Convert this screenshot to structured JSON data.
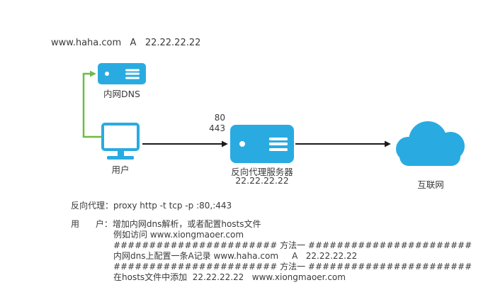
{
  "colors": {
    "accent": "#29ABE2",
    "green": "#6CBD45",
    "arrow": "#1b1b1b",
    "text": "#3a3a3a"
  },
  "diagram": {
    "dns_record_note": "www.haha.com   A   22.22.22.22",
    "nodes": {
      "dns": {
        "label": "内网DNS"
      },
      "user": {
        "label": "用户"
      },
      "proxy": {
        "label": "反向代理服务器",
        "ip": "22.22.22.22",
        "ports": [
          "80",
          "443"
        ]
      },
      "internet": {
        "label": "互联网"
      }
    }
  },
  "notes": {
    "proxy_line": "反向代理：proxy http -t tcp -p :80,:443",
    "user_line": "用      户：增加内网dns解析，或者配置hosts文件",
    "example_line": "例如访问 www.xiongmaoer.com",
    "divider1": "####################### 方法一 #######################",
    "method1_line": "内网dns上配置一条A记录 www.haha.com     A   22.22.22.22",
    "divider2": "####################### 方法一 #######################",
    "method2_line": "在hosts文件中添加  22.22.22.22   www.xiongmaoer.com"
  }
}
